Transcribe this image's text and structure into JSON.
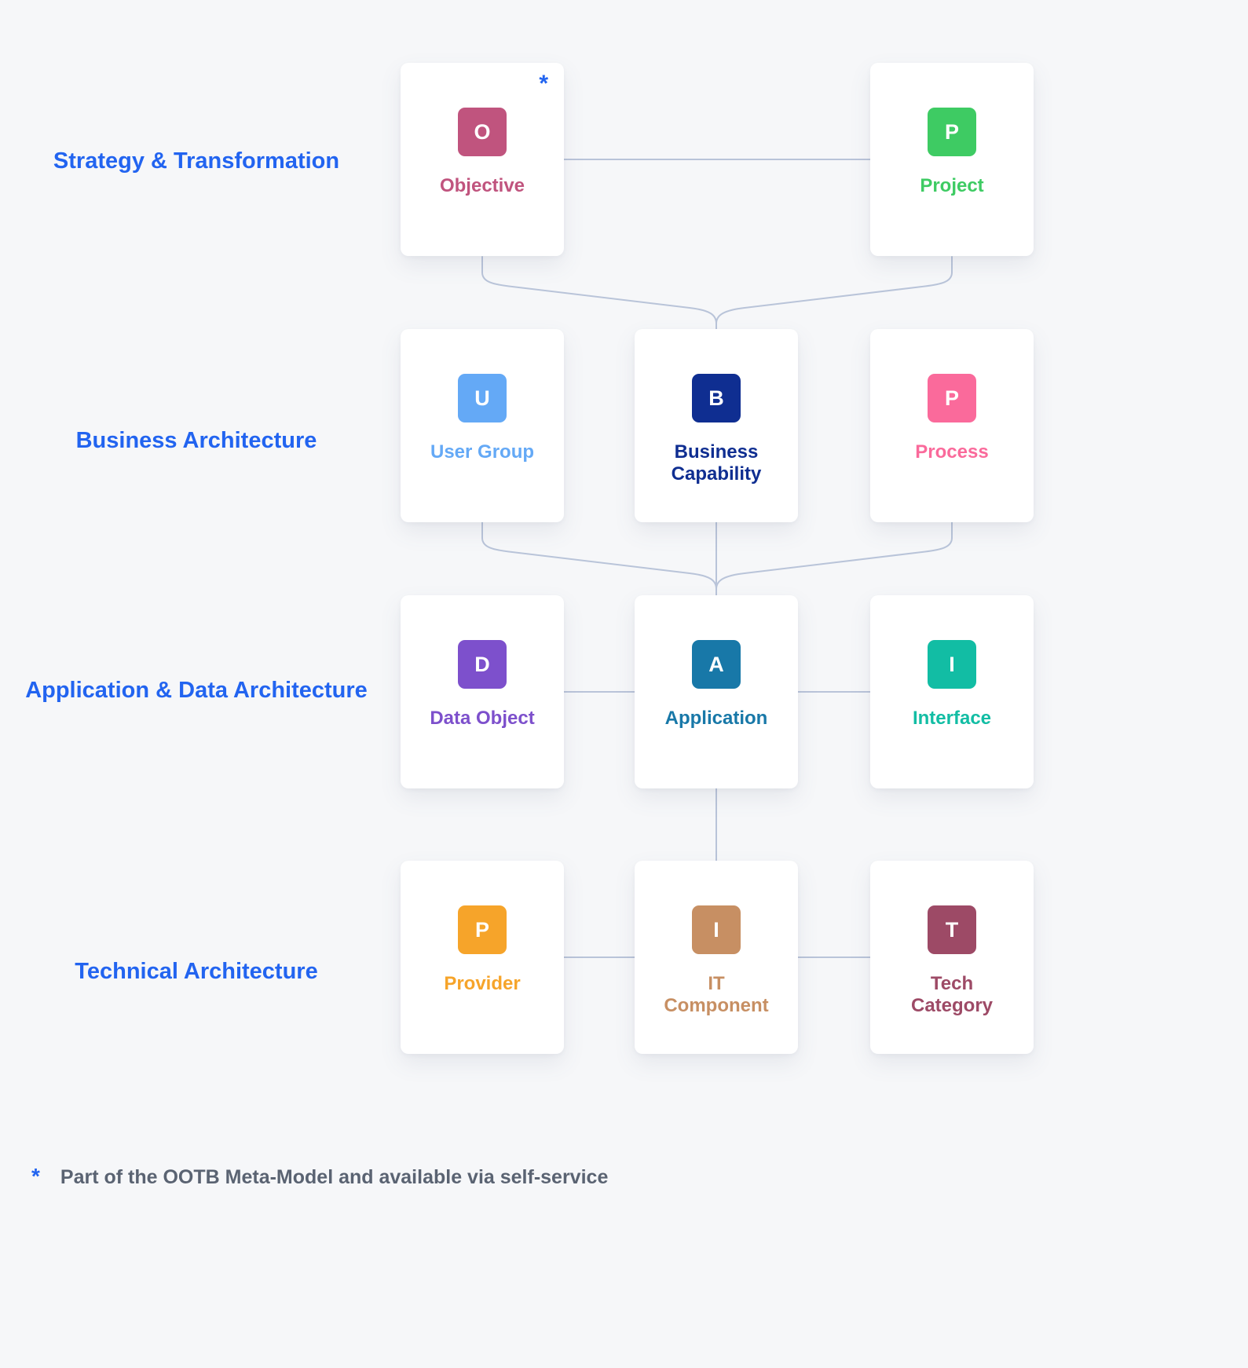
{
  "colors": {
    "accent_blue": "#2264f0",
    "connector": "#b9c4d9",
    "background": "#f6f7f9",
    "card_background": "#ffffff",
    "footnote_text": "#5a6372"
  },
  "layers": [
    {
      "label": "Strategy & Transformation"
    },
    {
      "label": "Business Architecture"
    },
    {
      "label": "Application & Data Architecture"
    },
    {
      "label": "Technical Architecture"
    }
  ],
  "cards": [
    {
      "letter": "O",
      "label": "Objective",
      "color": "#c0547e",
      "has_asterisk": true
    },
    {
      "letter": "P",
      "label": "Project",
      "color": "#3ecb63"
    },
    {
      "letter": "U",
      "label": "User Group",
      "color": "#64a9f6"
    },
    {
      "letter": "B",
      "label": "Business Capability",
      "color": "#0f2e91"
    },
    {
      "letter": "P",
      "label": "Process",
      "color": "#fa6a9b"
    },
    {
      "letter": "D",
      "label": "Data Object",
      "color": "#7d50cc"
    },
    {
      "letter": "A",
      "label": "Application",
      "color": "#1878a8"
    },
    {
      "letter": "I",
      "label": "Interface",
      "color": "#12bda4"
    },
    {
      "letter": "P",
      "label": "Provider",
      "color": "#f6a42a"
    },
    {
      "letter": "I",
      "label": "IT Component",
      "color": "#c78f63"
    },
    {
      "letter": "T",
      "label": "Tech Category",
      "color": "#9d4a66"
    }
  ],
  "footnote": {
    "symbol": "*",
    "text": "Part of the OOTB Meta-Model and available via self-service"
  }
}
